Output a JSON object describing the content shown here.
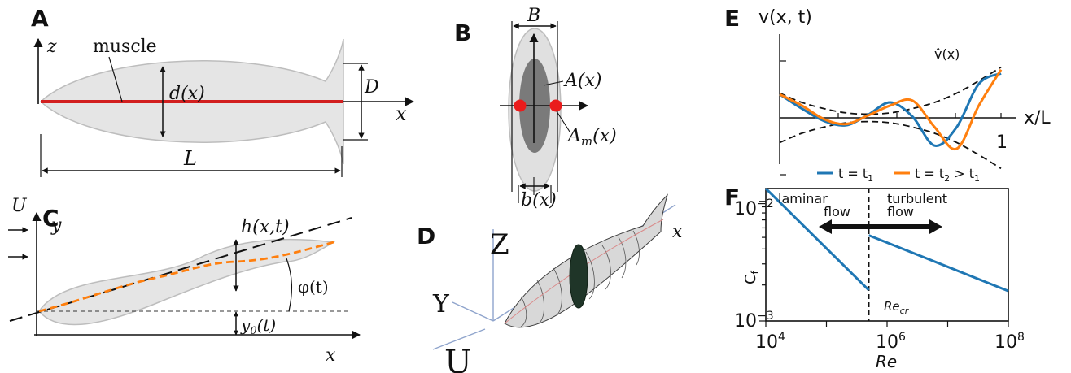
{
  "panels": {
    "A": {
      "letter": "A",
      "muscle": "muscle",
      "z": "z",
      "x": "x",
      "d": "d(x)",
      "D": "D",
      "L": "L"
    },
    "B": {
      "letter": "B",
      "B": "B",
      "A": "A(x)",
      "Am": "A",
      "Am_sub": "m",
      "Am_arg": "(x)",
      "b": "b(x)"
    },
    "C": {
      "letter": "C",
      "U": "U",
      "y": "y",
      "h": "h(x,t)",
      "phi": "φ(t)",
      "y0": "y",
      "y0_sub": "0",
      "y0_arg": "(t)",
      "x": "x"
    },
    "D": {
      "letter": "D",
      "Z": "Z",
      "Y": "Y",
      "U": "U",
      "X": "x"
    },
    "E": {
      "letter": "E",
      "ylabel": "v(x, t)",
      "xlabel": "x/L",
      "envelope_label": "v̂(x)",
      "xtick_1": "1"
    },
    "F": {
      "letter": "F",
      "ylabel": "C",
      "ylabel_sub": "f",
      "xlabel": "Re",
      "laminar_1": "laminar",
      "laminar_2": "flow",
      "turbulent_1": "turbulent",
      "turbulent_2": "flow",
      "recr": "Re",
      "recr_sub": "cr"
    }
  },
  "chart_data": [
    {
      "panel": "E",
      "type": "line",
      "xlabel": "x/L",
      "ylabel": "v(x, t)",
      "xlim": [
        0,
        1.12
      ],
      "ylim": [
        -1.05,
        1.05
      ],
      "x": [
        0,
        0.1,
        0.2,
        0.3,
        0.4,
        0.5,
        0.6,
        0.7,
        0.8,
        0.9,
        1.0
      ],
      "legend": {
        "placement": "bottom",
        "entries": [
          "t = t1",
          "t = t2 > t1"
        ]
      },
      "series": [
        {
          "name": "t = t1",
          "color": "#1f77b4",
          "values": [
            0.38,
            0.15,
            -0.05,
            -0.12,
            0.05,
            0.25,
            0.02,
            -0.45,
            -0.15,
            0.55,
            0.72
          ]
        },
        {
          "name": "t = t2 > t1",
          "color": "#ff7f0e",
          "values": [
            0.38,
            0.2,
            -0.02,
            -0.1,
            0.04,
            0.2,
            0.28,
            -0.15,
            -0.5,
            0.2,
            0.78
          ]
        },
        {
          "name": "v̂(x)",
          "style": "dashed",
          "color": "#000000",
          "values": [
            0.4,
            0.25,
            0.15,
            0.08,
            0.06,
            0.08,
            0.15,
            0.25,
            0.4,
            0.6,
            0.82
          ]
        },
        {
          "name": "-v̂(x)",
          "style": "dashed",
          "color": "#000000",
          "values": [
            -0.4,
            -0.25,
            -0.15,
            -0.08,
            -0.06,
            -0.08,
            -0.15,
            -0.25,
            -0.4,
            -0.6,
            -0.82
          ]
        }
      ]
    },
    {
      "panel": "F",
      "type": "line",
      "xlabel": "Re",
      "ylabel": "Cf",
      "xscale": "log",
      "yscale": "log",
      "xlim": [
        10000,
        100000000
      ],
      "ylim": [
        0.001,
        0.0128
      ],
      "xticklabels": [
        "10^4",
        "10^6",
        "10^8"
      ],
      "yticklabels": [
        "10^-3",
        "10^-2"
      ],
      "recr": 500000,
      "series": [
        {
          "name": "laminar",
          "color": "#1f77b4",
          "x": [
            10000,
            500000
          ],
          "y": [
            0.0128,
            0.00181
          ]
        },
        {
          "name": "turbulent",
          "color": "#1f77b4",
          "x": [
            500000,
            100000000
          ],
          "y": [
            0.0052,
            0.00178
          ]
        }
      ]
    }
  ]
}
